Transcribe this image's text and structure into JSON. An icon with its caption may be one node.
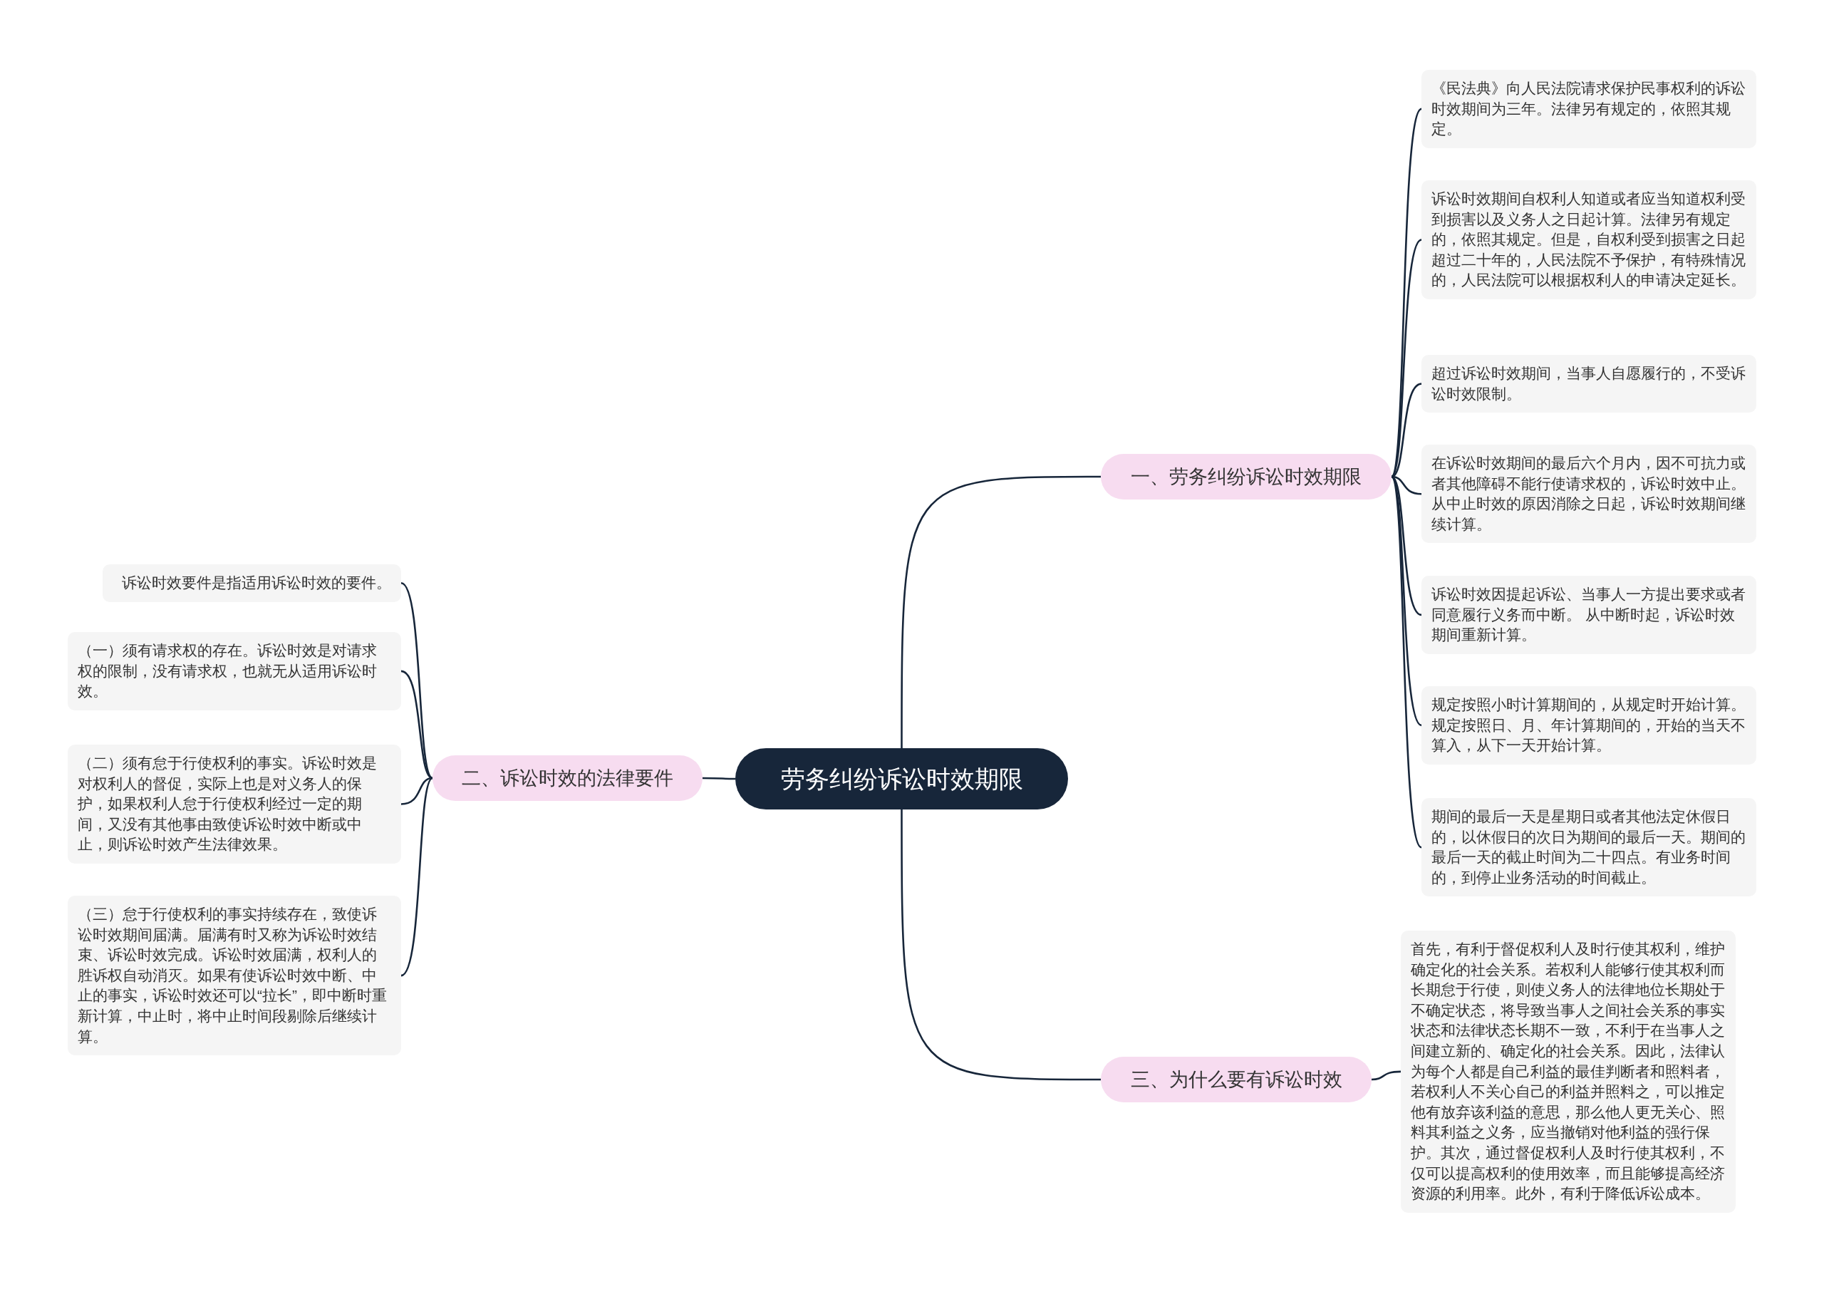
{
  "diagram": {
    "nodes": [
      {
        "text": [
          "劳务纠纷诉讼时效期限"
        ]
      },
      {
        "text": [
          "一、劳务纠纷诉讼时效期限"
        ]
      },
      {
        "text": [
          "《民法典》向人民法院请求保护民事权利的诉讼时效期间为三年。法律另有规定的，依照其规定。"
        ]
      },
      {
        "text": [
          "诉讼时效期间自权利人知道或者应当知道权利受到损害以及义务人之日起计算。法律另有规定的，依照其规定。但是，自权利受到损害之日起超过二十年的，人民法院不予保护，有特殊情况的，人民法院可以根据权利人的申请决定延长。"
        ]
      },
      {
        "text": [
          "超过诉讼时效期间，当事人自愿履行的，不受诉讼时效限制。"
        ]
      },
      {
        "text": [
          "在诉讼时效期间的最后六个月内，因不可抗力或者其他障碍不能行使请求权的，诉讼时效中止。从中止时效的原因消除之日起，诉讼时效期间继续计算。"
        ]
      },
      {
        "text": [
          "诉讼时效因提起诉讼、当事人一方提出要求或者同意履行义务而中断。 从中断时起，诉讼时效期间重新计算。"
        ]
      },
      {
        "text": [
          "规定按照小时计算期间的，从规定时开始计算。规定按照日、月、年计算期间的，开始的当天不算入，从下一天开始计算。"
        ]
      },
      {
        "text": [
          "期间的最后一天是星期日或者其他法定休假日的，以休假日的次日为期间的最后一天。期间的最后一天的截止时间为二十四点。有业务时间的，到停止业务活动的时间截止。"
        ]
      },
      {
        "text": [
          "二、诉讼时效的法律要件"
        ]
      },
      {
        "text": [
          "诉讼时效要件是指适用诉讼时效的要件。"
        ]
      },
      {
        "text": [
          "（一）须有请求权的存在。诉讼时效是对请求权的限制，没有请求权，也就无从适用诉讼时效。"
        ]
      },
      {
        "text": [
          "（二）须有怠于行使权利的事实。诉讼时效是对权利人的督促，实际上也是对义务人的保护，如果权利人怠于行使权利经过一定的期间，又没有其他事由致使诉讼时效中断或中止，则诉讼时效产生法律效果。"
        ]
      },
      {
        "text": [
          "（三）怠于行使权利的事实持续存在，致使诉讼时效期间届满。届满有时又称为诉讼时效结束、诉讼时效完成。诉讼时效届满，权利人的胜诉权自动消灭。如果有使诉讼时效中断、中止的事实，诉讼时效还可以“拉长”，即中断时重新计算，中止时，将中止时间段剔除后继续计算。"
        ]
      },
      {
        "text": [
          "三、为什么要有诉讼时效"
        ]
      },
      {
        "text": [
          "首先，有利于督促权利人及时行使其权利，维护确定化的社会关系。若权利人能够行使其权利而长期怠于行使，则使义务人的法律地位长期处于不确定状态，将导致当事人之间社会关系的事实状态和法律状态长期不一致，不利于在当事人之间建立新的、确定化的社会关系。因此，法律认为每个人都是自己利益的最佳判断者和照料者，若权利人不关心自己的利益并照料之，可以推定他有放弃该利益的意思，那么他人更无关心、照料其利益之义务，应当撤销对他利益的强行保护。其次，通过督促权利人及时行使其权利，不仅可以提高权利的使用效率，而且能够提高经济资源的利用率。此外，有利于降低诉讼成本。"
        ]
      }
    ],
    "edges": [
      {
        "from": 0,
        "to": 1,
        "arrow": "none"
      },
      {
        "from": 1,
        "to": 2,
        "arrow": "none"
      },
      {
        "from": 1,
        "to": 3,
        "arrow": "none"
      },
      {
        "from": 1,
        "to": 4,
        "arrow": "none"
      },
      {
        "from": 1,
        "to": 5,
        "arrow": "none"
      },
      {
        "from": 1,
        "to": 6,
        "arrow": "none"
      },
      {
        "from": 1,
        "to": 7,
        "arrow": "none"
      },
      {
        "from": 1,
        "to": 8,
        "arrow": "none"
      },
      {
        "from": 0,
        "to": 9,
        "arrow": "none"
      },
      {
        "from": 9,
        "to": 10,
        "arrow": "none"
      },
      {
        "from": 9,
        "to": 11,
        "arrow": "none"
      },
      {
        "from": 9,
        "to": 12,
        "arrow": "none"
      },
      {
        "from": 9,
        "to": 13,
        "arrow": "none"
      },
      {
        "from": 0,
        "to": 14,
        "arrow": "none"
      },
      {
        "from": 14,
        "to": 15,
        "arrow": "none"
      }
    ]
  }
}
